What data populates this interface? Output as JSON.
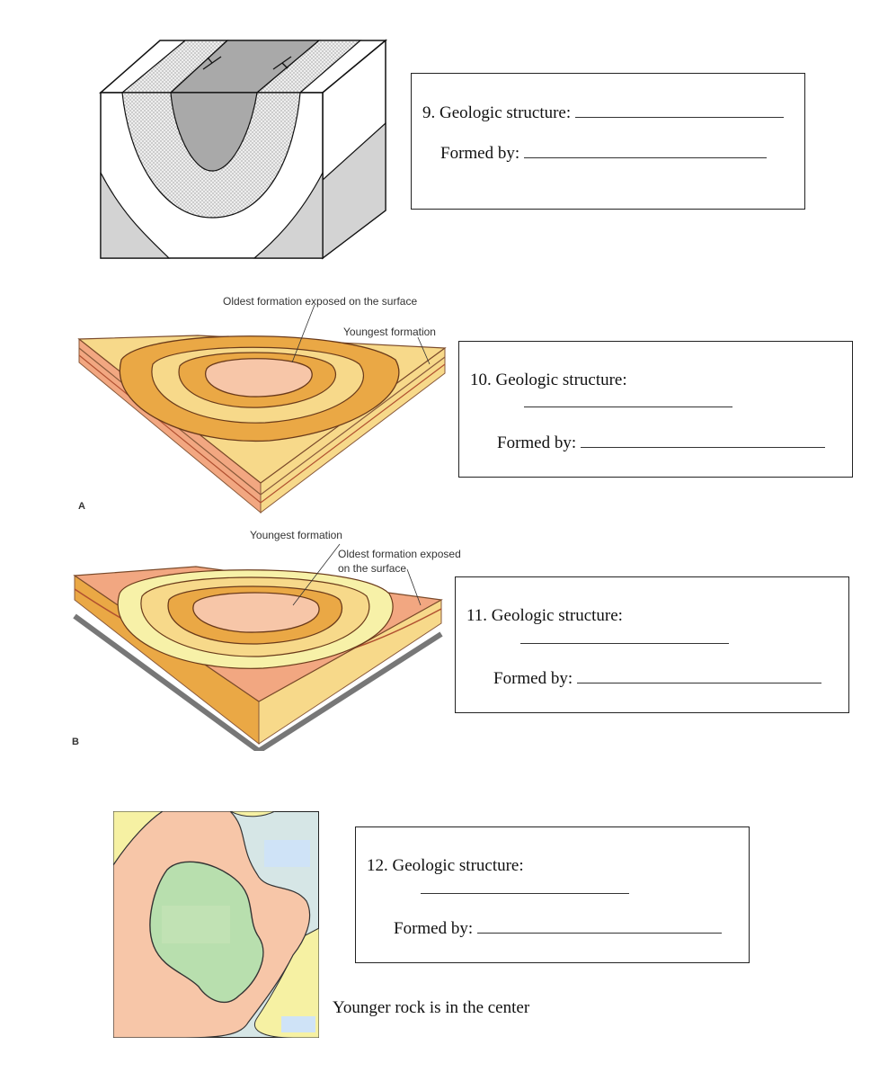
{
  "q9": {
    "structure_label": "9. Geologic structure:",
    "formed_label": "Formed by:"
  },
  "q10": {
    "structure_label": "10. Geologic structure:",
    "formed_label": "Formed by:"
  },
  "q11": {
    "structure_label": "11. Geologic structure:",
    "formed_label": "Formed by:"
  },
  "q12": {
    "structure_label": "12.  Geologic structure:",
    "formed_label": "Formed by:",
    "note": "Younger rock is in the center"
  },
  "figA": {
    "label_oldest": "Oldest formation exposed on the surface",
    "label_youngest": "Youngest formation",
    "panel_letter": "A"
  },
  "figB": {
    "label_youngest": "Youngest formation",
    "label_oldest_line1": "Oldest formation exposed",
    "label_oldest_line2": "on the surface",
    "panel_letter": "B"
  },
  "colors": {
    "light_tan": "#f7d98a",
    "orange": "#eaa845",
    "salmon": "#f2a781",
    "peach": "#f7c6a8",
    "green": "#b8dfae",
    "pale_yellow": "#f6f1a3",
    "map_bg": "#d6e6e6",
    "gray_dark": "#a6a6a6",
    "gray_light": "#d4d4d4"
  }
}
